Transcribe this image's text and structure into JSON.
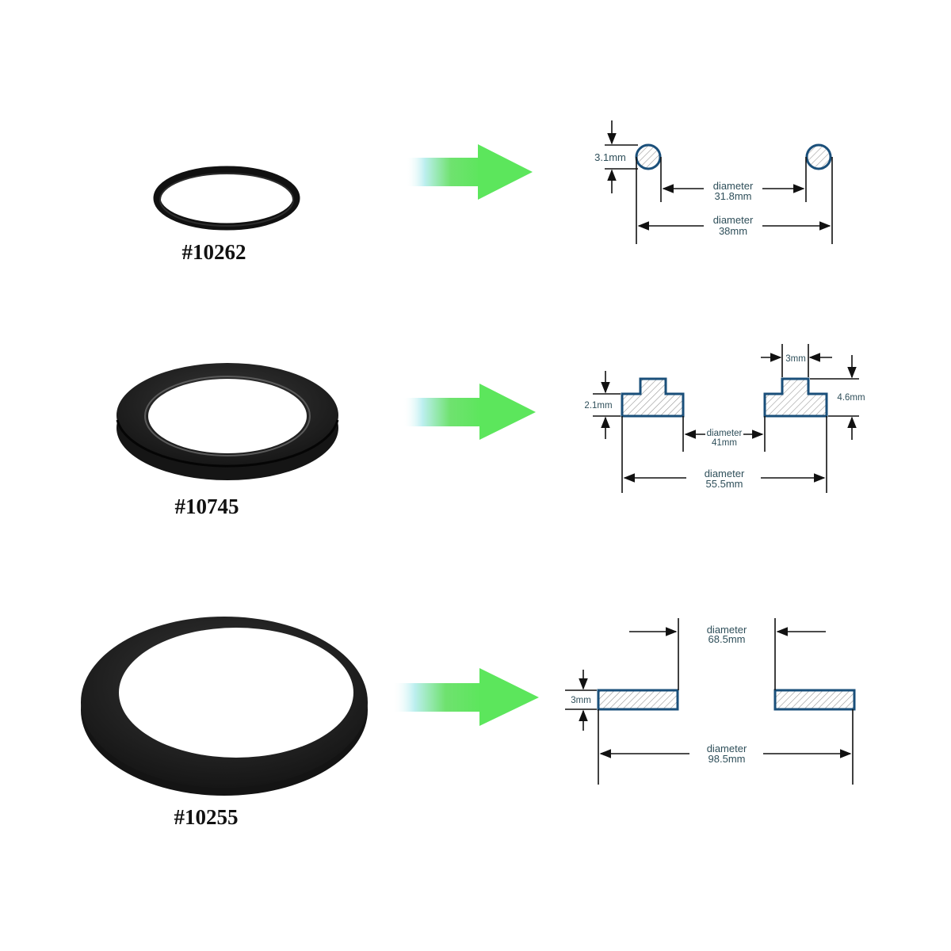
{
  "colors": {
    "rubber": "#1c1c1c",
    "arrow": "#5ce65c",
    "section_outline": "#1a4f7a",
    "dim_text": "#2f4f5a"
  },
  "rows": [
    {
      "part_number": "#10262",
      "thickness_label": "3.1mm",
      "inner_label_1": "diameter",
      "inner_label_2": "31.8mm",
      "outer_label_1": "diameter",
      "outer_label_2": "38mm"
    },
    {
      "part_number": "#10745",
      "thickness_label": "2.1mm",
      "lip_width_label": "3mm",
      "total_height_label": "4.6mm",
      "inner_label_1": "diameter",
      "inner_label_2": "41mm",
      "outer_label_1": "diameter",
      "outer_label_2": "55.5mm"
    },
    {
      "part_number": "#10255",
      "thickness_label": "3mm",
      "inner_label_1": "diameter",
      "inner_label_2": "68.5mm",
      "outer_label_1": "diameter",
      "outer_label_2": "98.5mm"
    }
  ]
}
